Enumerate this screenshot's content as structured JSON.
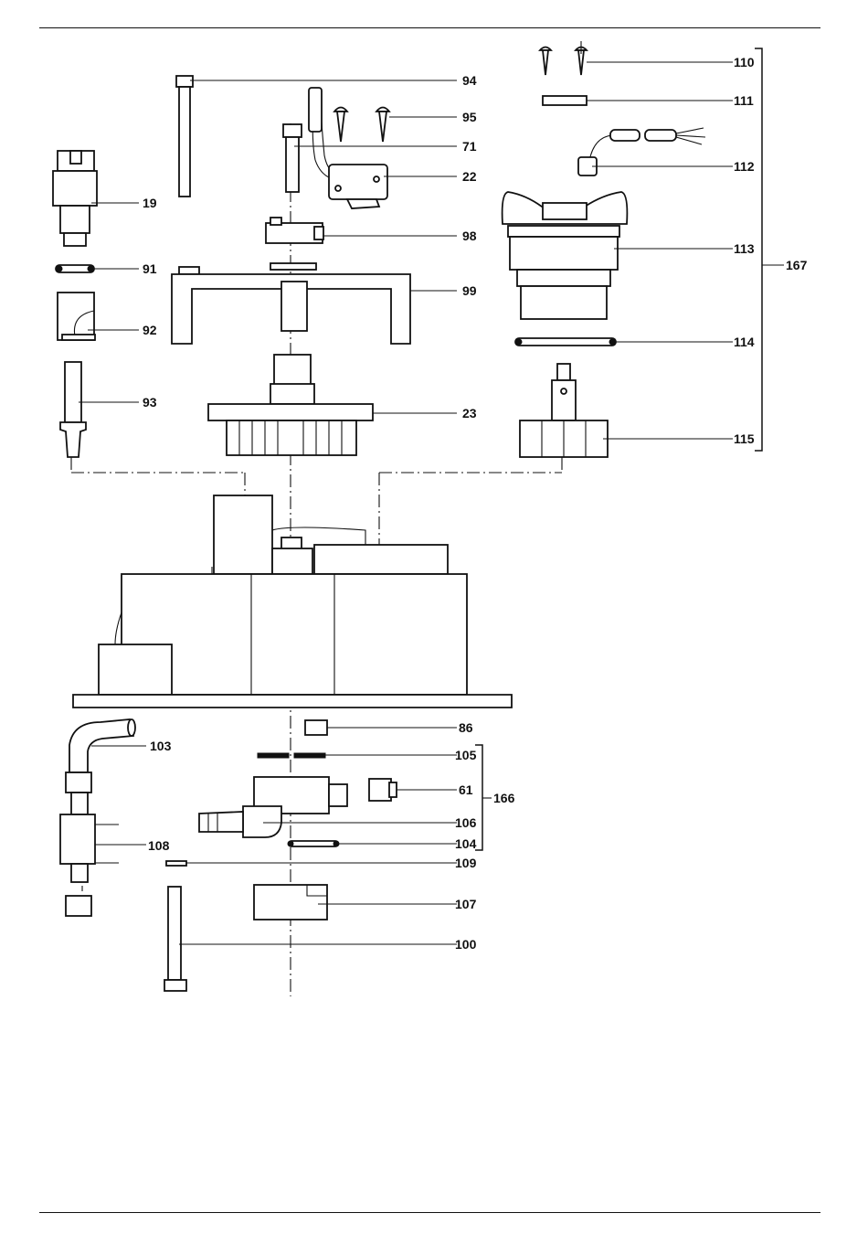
{
  "callouts": [
    {
      "id": "94",
      "label": "94"
    },
    {
      "id": "110",
      "label": "110"
    },
    {
      "id": "111",
      "label": "111"
    },
    {
      "id": "95",
      "label": "95"
    },
    {
      "id": "71",
      "label": "71"
    },
    {
      "id": "22",
      "label": "22"
    },
    {
      "id": "112",
      "label": "112"
    },
    {
      "id": "19",
      "label": "19"
    },
    {
      "id": "98",
      "label": "98"
    },
    {
      "id": "113",
      "label": "113"
    },
    {
      "id": "91",
      "label": "91"
    },
    {
      "id": "99",
      "label": "99"
    },
    {
      "id": "92",
      "label": "92"
    },
    {
      "id": "114",
      "label": "114"
    },
    {
      "id": "93",
      "label": "93"
    },
    {
      "id": "23",
      "label": "23"
    },
    {
      "id": "115",
      "label": "115"
    },
    {
      "id": "86",
      "label": "86"
    },
    {
      "id": "103",
      "label": "103"
    },
    {
      "id": "105",
      "label": "105"
    },
    {
      "id": "61",
      "label": "61"
    },
    {
      "id": "106",
      "label": "106"
    },
    {
      "id": "108",
      "label": "108"
    },
    {
      "id": "104",
      "label": "104"
    },
    {
      "id": "109",
      "label": "109"
    },
    {
      "id": "107",
      "label": "107"
    },
    {
      "id": "100",
      "label": "100"
    }
  ],
  "groups": [
    {
      "id": "167",
      "label": "167"
    },
    {
      "id": "166",
      "label": "166"
    }
  ]
}
